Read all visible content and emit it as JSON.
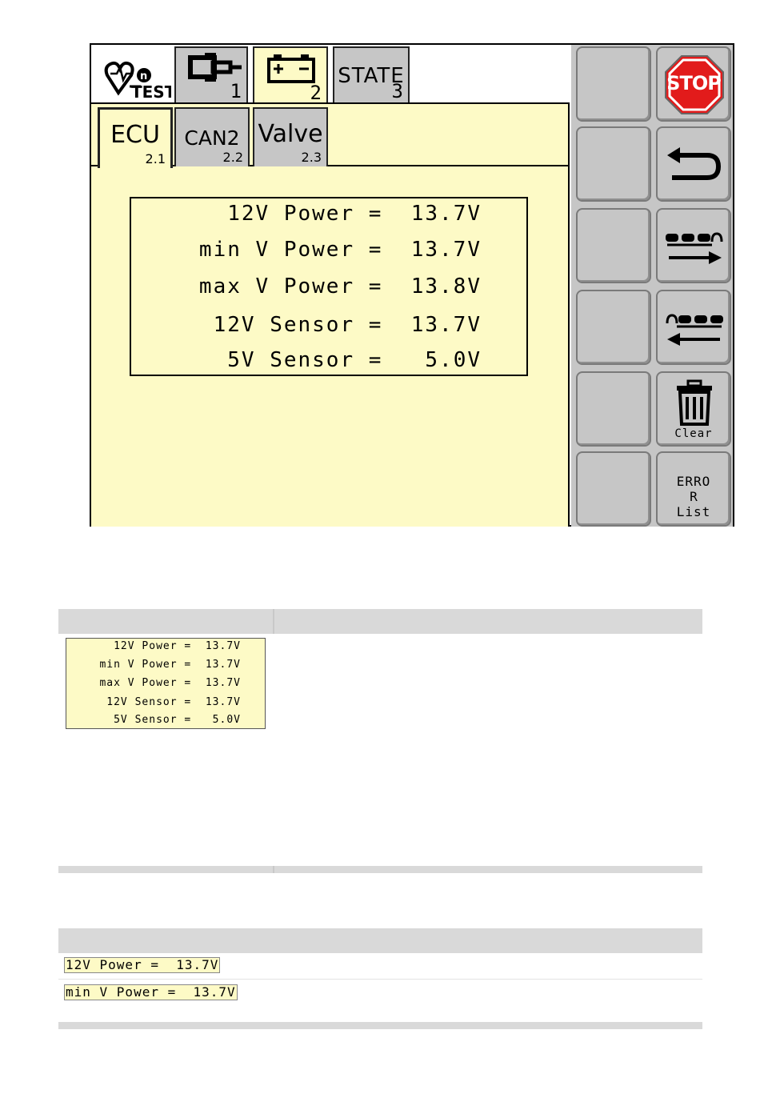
{
  "terminal": {
    "logo_text": "TEST",
    "tabs": [
      {
        "name": "tool",
        "number": "1"
      },
      {
        "name": "battery",
        "number": "2"
      },
      {
        "label": "STATE",
        "number": "3"
      }
    ],
    "subtabs": [
      {
        "label": "ECU",
        "number": "2.1"
      },
      {
        "label": "CAN2",
        "number": "2.2"
      },
      {
        "label": "Valve",
        "number": "2.3"
      }
    ],
    "readings": [
      "12V Power =  13.7V",
      "min V Power =  13.7V",
      "max V Power =  13.8V",
      "12V Sensor =  13.7V",
      "5V Sensor =   5.0V"
    ],
    "softkeys": {
      "stop_label": "STOP",
      "clear_label": "Clear",
      "error_list_line1": "ERRO",
      "error_list_line2": "R",
      "error_list_line3": "List"
    }
  },
  "table1": {
    "readings": [
      "12V Power =  13.7V",
      "min V Power =  13.7V",
      "max V Power =  13.7V",
      "12V Sensor =  13.7V",
      "5V Sensor =   5.0V"
    ]
  },
  "table2": {
    "rows": [
      "12V Power =  13.7V",
      "min V Power =  13.7V"
    ]
  }
}
